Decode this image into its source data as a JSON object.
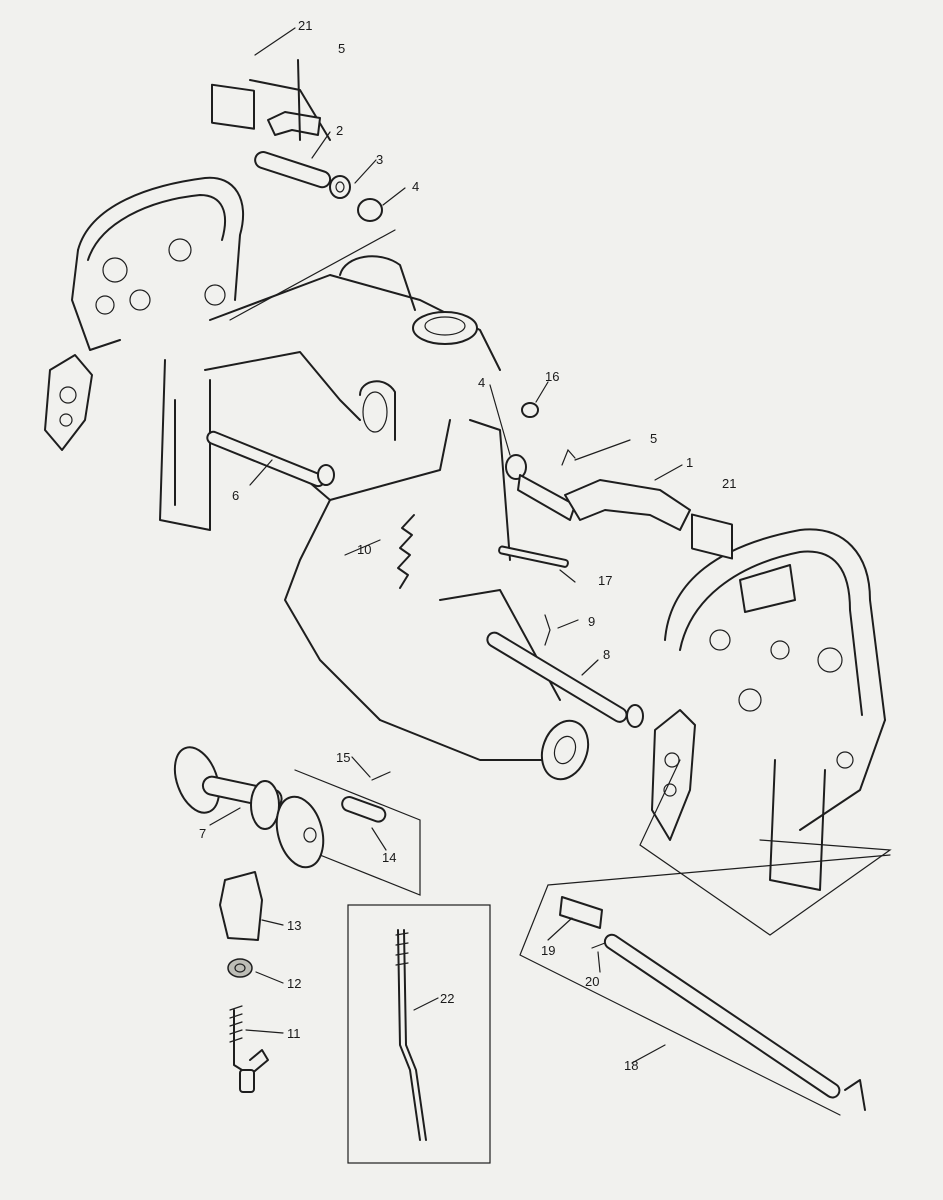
{
  "callouts": [
    {
      "key": "c21a",
      "label": "21"
    },
    {
      "key": "c5a",
      "label": "5"
    },
    {
      "key": "c2",
      "label": "2"
    },
    {
      "key": "c3",
      "label": "3"
    },
    {
      "key": "c4a",
      "label": "4"
    },
    {
      "key": "c4b",
      "label": "4"
    },
    {
      "key": "c16",
      "label": "16"
    },
    {
      "key": "c5b",
      "label": "5"
    },
    {
      "key": "c1",
      "label": "1"
    },
    {
      "key": "c21b",
      "label": "21"
    },
    {
      "key": "c6",
      "label": "6"
    },
    {
      "key": "c10",
      "label": "10"
    },
    {
      "key": "c17",
      "label": "17"
    },
    {
      "key": "c9",
      "label": "9"
    },
    {
      "key": "c8",
      "label": "8"
    },
    {
      "key": "c15",
      "label": "15"
    },
    {
      "key": "c7",
      "label": "7"
    },
    {
      "key": "c14",
      "label": "14"
    },
    {
      "key": "c13",
      "label": "13"
    },
    {
      "key": "c12",
      "label": "12"
    },
    {
      "key": "c11",
      "label": "11"
    },
    {
      "key": "c22",
      "label": "22"
    },
    {
      "key": "c19",
      "label": "19"
    },
    {
      "key": "c20",
      "label": "20"
    },
    {
      "key": "c18",
      "label": "18"
    }
  ]
}
